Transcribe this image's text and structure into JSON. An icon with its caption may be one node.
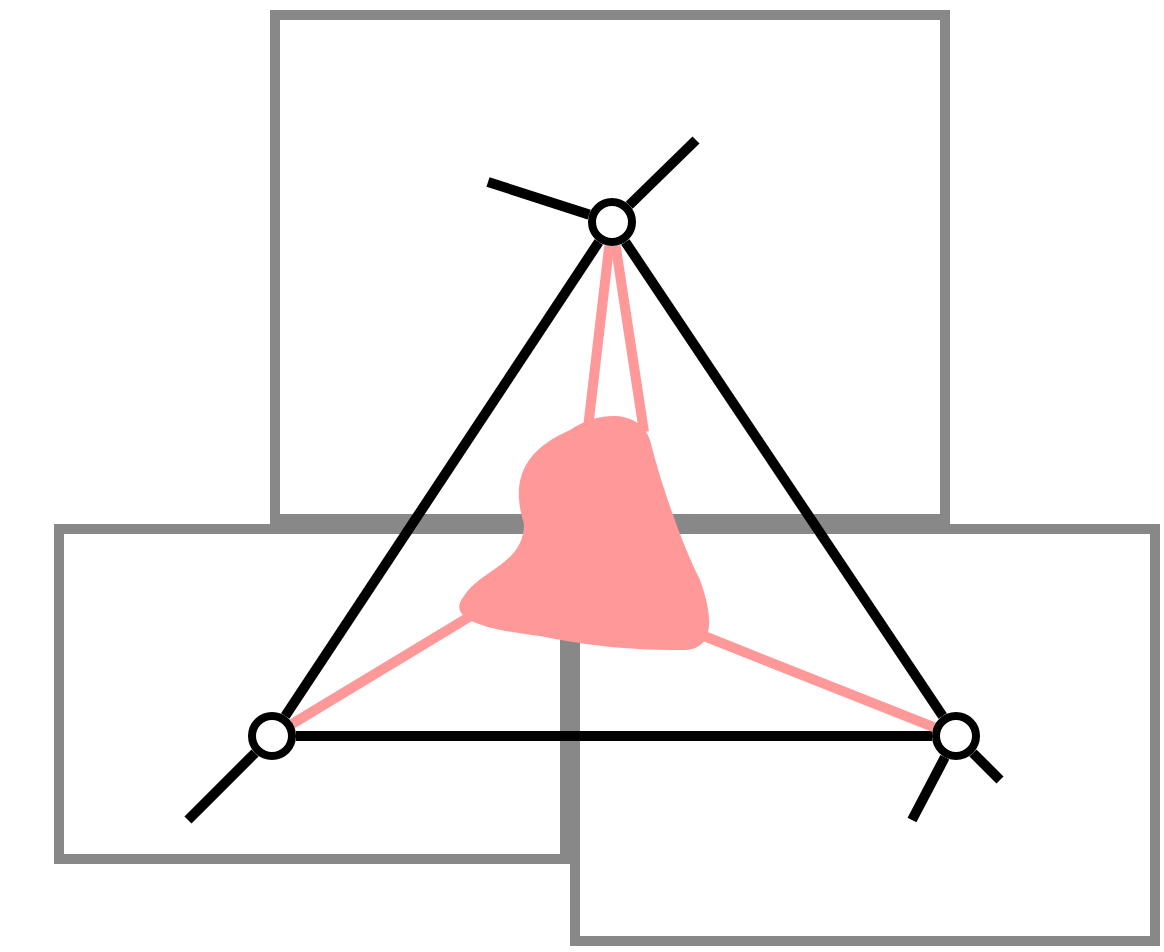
{
  "diagram": {
    "nodes": [
      {
        "text": [],
        "shape": "box"
      },
      {
        "text": [],
        "shape": "circle",
        "in": 0
      },
      {
        "text": [],
        "shape": "box"
      },
      {
        "text": [],
        "shape": "circle",
        "in": 2
      },
      {
        "text": [],
        "shape": "box"
      },
      {
        "text": [],
        "shape": "circle",
        "in": 4
      },
      {
        "text": [],
        "shape": "blob"
      }
    ],
    "edges": [
      {
        "from": 1,
        "to": 3,
        "arrow": "none"
      },
      {
        "from": 3,
        "to": 5,
        "arrow": "none"
      },
      {
        "from": 5,
        "to": 1,
        "arrow": "none"
      },
      {
        "from": 6,
        "to": 1,
        "arrow": "none",
        "color": "#ff9999"
      },
      {
        "from": 6,
        "to": 1,
        "arrow": "none",
        "color": "#ff9999"
      },
      {
        "from": 6,
        "to": 3,
        "arrow": "none",
        "color": "#ff9999"
      },
      {
        "from": 6,
        "to": 5,
        "arrow": "none",
        "color": "#ff9999"
      },
      {
        "from": 1,
        "to": null,
        "arrow": "none"
      },
      {
        "from": 1,
        "to": null,
        "arrow": "none"
      },
      {
        "from": 3,
        "to": null,
        "arrow": "none"
      },
      {
        "from": 5,
        "to": null,
        "arrow": "none"
      },
      {
        "from": 5,
        "to": null,
        "arrow": "none"
      }
    ]
  }
}
